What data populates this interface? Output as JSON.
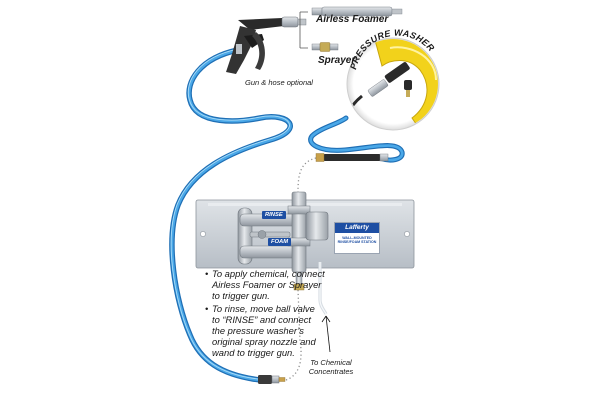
{
  "labels": {
    "airless_foamer": "Airless Foamer",
    "sprayer": "Sprayer",
    "gun_hose_optional": "Gun & hose optional",
    "pressure_washer": "PRESSURE WASHER",
    "rinse_tag": "RINSE",
    "foam_tag": "FOAM",
    "brand_name": "Lafferty",
    "brand_subtitle": "WALL-MOUNTED RINSE/FOAM STATION",
    "to_chemical_line1": "To Chemical",
    "to_chemical_line2": "Concentrates"
  },
  "instructions": [
    {
      "bullet": "•",
      "text": "To apply chemical, connect Airless Foamer or Sprayer to trigger gun."
    },
    {
      "bullet": "•",
      "text": "To rinse, move ball valve to “RINSE” and connect the pressure washer’s original spray nozzle and wand to trigger gun."
    }
  ],
  "colors": {
    "hose_blue": "#2f8fd6",
    "hose_highlight": "#7fc4f0",
    "panel_steel": "#c9ced4",
    "pipe_steel": "#a9afb6",
    "brand_blue": "#1e4fa3",
    "pressure_washer_yellow": "#f2d21b",
    "gun_black": "#2a2a2a"
  },
  "icons": [
    "trigger-gun-icon",
    "airless-foamer-wand-icon",
    "sprayer-nozzle-icon",
    "pressure-washer-wand-icon",
    "quick-connect-coupler-icon",
    "ball-valve-icon",
    "chemical-tube-icon"
  ]
}
